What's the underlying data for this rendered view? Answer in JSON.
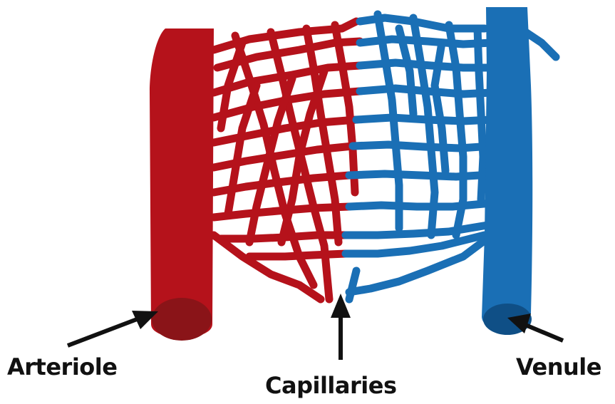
{
  "labels": {
    "arteriole": "Arteriole",
    "capillaries": "Capillaries",
    "venule": "Venule"
  },
  "colors": {
    "arterial": "#b5121b",
    "arterial_dark": "#8a1418",
    "venous": "#1a6fb5",
    "venous_dark": "#0f4f86",
    "arrow": "#111111"
  }
}
